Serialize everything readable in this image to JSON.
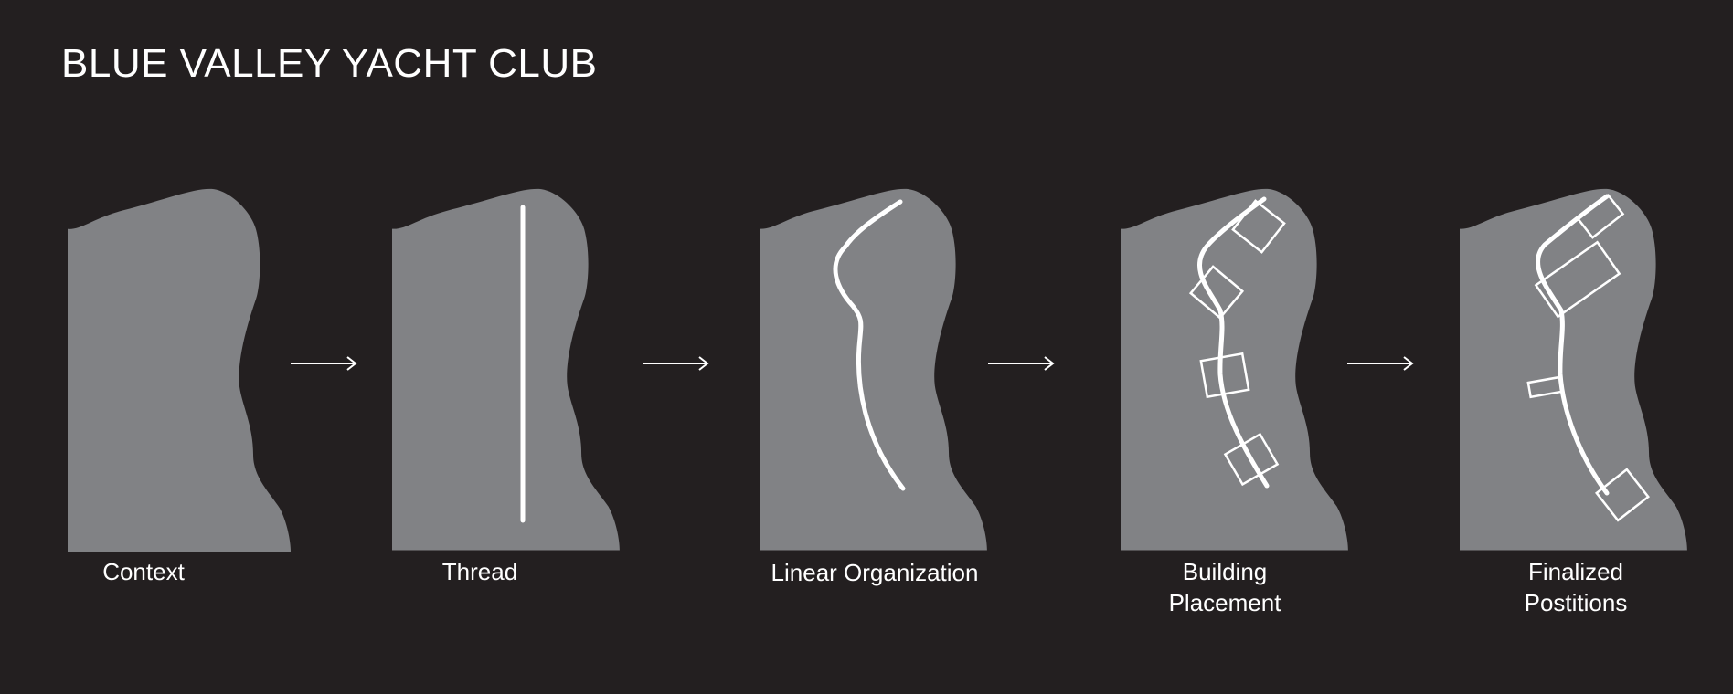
{
  "title": "BLUE VALLEY YACHT CLUB",
  "colors": {
    "background": "#231f20",
    "site": "#818285",
    "line": "#ffffff"
  },
  "steps": [
    {
      "label_lines": [
        "Context"
      ]
    },
    {
      "label_lines": [
        "Thread"
      ]
    },
    {
      "label_lines": [
        "Linear Organization"
      ]
    },
    {
      "label_lines": [
        "Building",
        "Placement"
      ]
    },
    {
      "label_lines": [
        "Finalized",
        "Postitions"
      ]
    }
  ]
}
